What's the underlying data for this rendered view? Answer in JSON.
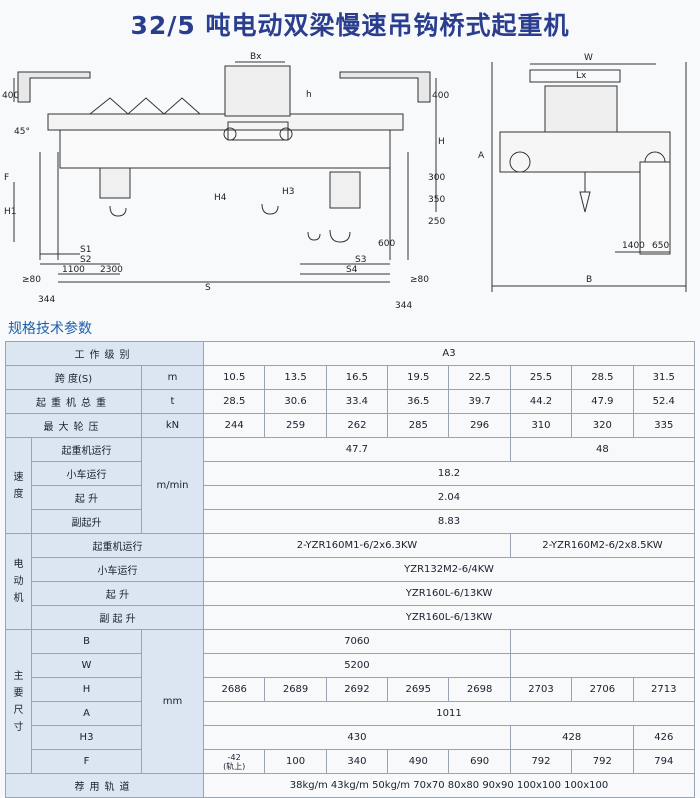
{
  "title": "32/5 吨电动双梁慢速吊钩桥式起重机",
  "drawing_labels": {
    "bx": "Bx",
    "h": "h",
    "h_big": "H",
    "h1": "H1",
    "h3": "H3",
    "h4": "H4",
    "f": "F",
    "d400a": "400",
    "d400b": "400",
    "d45": "45°",
    "s1": "S1",
    "s2": "S2",
    "s3": "S3",
    "s4": "S4",
    "s": "S",
    "d1100": "1100",
    "d2300": "2300",
    "d600": "600",
    "gt80a": "≥80",
    "gt80b": "≥80",
    "d344a": "344",
    "d344b": "344",
    "d250": "250",
    "d350": "350",
    "d300": "300",
    "w": "W",
    "lx": "Lx",
    "a": "A",
    "d1400": "1400",
    "d650": "650",
    "b": "B"
  },
  "section_title": "规格技术参数",
  "table": {
    "work_class_label": "工作级别",
    "work_class_value": "A3",
    "span_label": "跨  度(S)",
    "span_unit": "m",
    "spans": [
      "10.5",
      "13.5",
      "16.5",
      "19.5",
      "22.5",
      "25.5",
      "28.5",
      "31.5"
    ],
    "total_weight_label": "起重机总重",
    "total_weight_unit": "t",
    "total_weights": [
      "28.5",
      "30.6",
      "33.4",
      "36.5",
      "39.7",
      "44.2",
      "47.9",
      "52.4"
    ],
    "wheel_label": "最大轮压",
    "wheel_unit": "kN",
    "wheel_loads": [
      "244",
      "259",
      "262",
      "285",
      "296",
      "310",
      "320",
      "335"
    ],
    "speed": {
      "group": [
        "速",
        "度"
      ],
      "unit": "m/min",
      "crane_label": "起重机运行",
      "crane_a": "47.7",
      "crane_b": "48",
      "trolley_label": "小车运行",
      "trolley": "18.2",
      "lift_label": "起    升",
      "lift": "2.04",
      "aux_label": "副起升",
      "aux": "8.83"
    },
    "motor": {
      "group": [
        "电",
        "动",
        "机"
      ],
      "crane_label": "起重机运行",
      "crane_a": "2-YZR160M1-6/2x6.3KW",
      "crane_b": "2-YZR160M2-6/2x8.5KW",
      "trolley_label": "小车运行",
      "trolley": "YZR132M2-6/4KW",
      "lift_label": "起    升",
      "lift": "YZR160L-6/13KW",
      "aux_label": "副 起 升",
      "aux": "YZR160L-6/13KW"
    },
    "dims": {
      "group": [
        "主",
        "要",
        "尺",
        "寸"
      ],
      "unit": "mm",
      "b_label": "B",
      "b": "7060",
      "w_label": "W",
      "w": "5200",
      "h_label": "H",
      "h": [
        "2686",
        "2689",
        "2692",
        "2695",
        "2698",
        "2703",
        "2706",
        "2713"
      ],
      "a_label": "A",
      "a": "1011",
      "h3_label": "H3",
      "h3_a": "430",
      "h3_b": "428",
      "h3_c": "426",
      "f_label": "F",
      "f_first_top": "-42",
      "f_first_bottom": "(轨上)",
      "f": [
        "100",
        "340",
        "490",
        "690",
        "792",
        "792",
        "794"
      ]
    },
    "rail_label": "荐用轨道",
    "rail_value": "38kg/m  43kg/m  50kg/m  70x70  80x80  90x90  100x100  100x100"
  }
}
